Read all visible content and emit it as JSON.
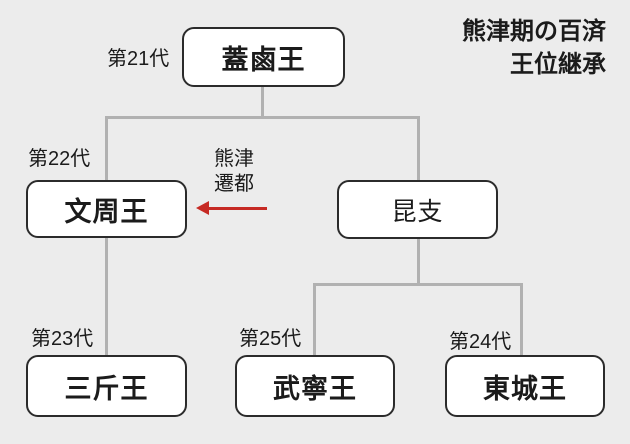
{
  "title": {
    "line1": "熊津期の百済",
    "line2": "王位継承"
  },
  "relocation_note": {
    "line1": "熊津",
    "line2": "遷都"
  },
  "nodes": [
    {
      "label": "蓋鹵王",
      "generation": "第21代"
    },
    {
      "label": "文周王",
      "generation": "第22代"
    },
    {
      "label": "昆支",
      "generation": ""
    },
    {
      "label": "三斤王",
      "generation": "第23代"
    },
    {
      "label": "武寧王",
      "generation": "第25代"
    },
    {
      "label": "東城王",
      "generation": "第24代"
    }
  ],
  "colors": {
    "background": "#ececec",
    "box_fill": "#ffffff",
    "box_border": "#2b2b2b",
    "line": "#b1b1b1",
    "arrow": "#c62a24",
    "text": "#1b1b1b"
  }
}
